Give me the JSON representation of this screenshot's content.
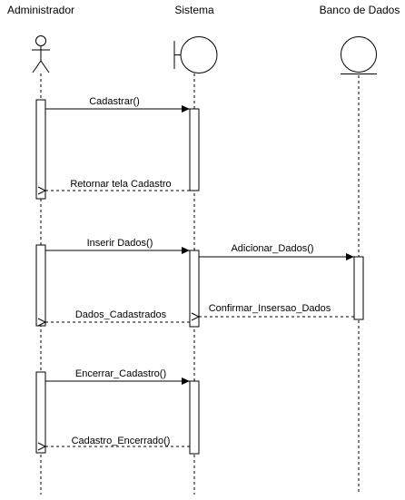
{
  "participants": [
    {
      "id": "admin",
      "name": "Administrador",
      "kind": "actor"
    },
    {
      "id": "sistema",
      "name": "Sistema",
      "kind": "boundary"
    },
    {
      "id": "banco",
      "name": "Banco de Dados",
      "kind": "entity"
    }
  ],
  "messages": [
    {
      "from": "admin",
      "to": "sistema",
      "label": "Cadastrar()",
      "type": "call"
    },
    {
      "from": "sistema",
      "to": "admin",
      "label": "Retornar tela Cadastro",
      "type": "return"
    },
    {
      "from": "admin",
      "to": "sistema",
      "label": "Inserir Dados()",
      "type": "call"
    },
    {
      "from": "sistema",
      "to": "banco",
      "label": "Adicionar_Dados()",
      "type": "call"
    },
    {
      "from": "banco",
      "to": "sistema",
      "label": "Confirmar_Insersao_Dados",
      "type": "return"
    },
    {
      "from": "sistema",
      "to": "admin",
      "label": "Dados_Cadastrados",
      "type": "return"
    },
    {
      "from": "admin",
      "to": "sistema",
      "label": "Encerrar_Cadastro()",
      "type": "call"
    },
    {
      "from": "sistema",
      "to": "admin",
      "label": "Cadastro_Encerrado()",
      "type": "return"
    }
  ]
}
